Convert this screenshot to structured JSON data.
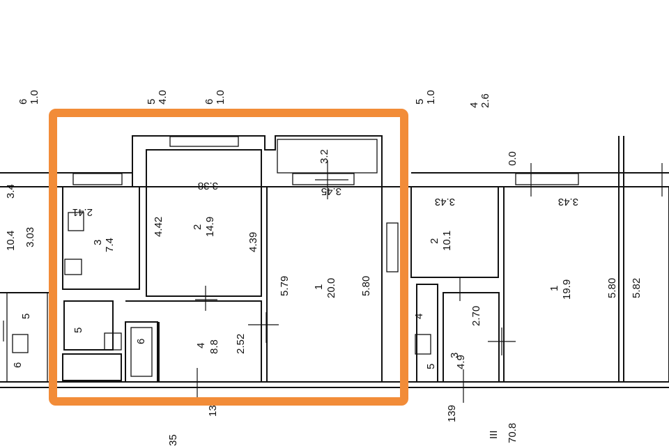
{
  "highlight_color": "#F28C38",
  "line_color": "#111111",
  "top_marks": {
    "m1": "6\n1.0",
    "m2": "5\n4.0",
    "m3": "6\n1.0",
    "m4": "5\n1.0",
    "m5": "4\n2.6"
  },
  "labels": {
    "left_h1": "3.4",
    "left_area": "10.4",
    "left_w": "3.03",
    "left_bath": "5",
    "left_wc": "6",
    "kitchen_w": "2.41",
    "kitchen_num": "3",
    "kitchen_area": "7.4",
    "r2_w": "3.38",
    "r2_h1": "4.42",
    "r2_num": "2",
    "r2_area": "14.9",
    "r2_h2": "4.39",
    "balcony": "3.2",
    "r1_w": "3.45",
    "r1_h1": "5.79",
    "r1_num": "1",
    "r1_area": "20.0",
    "r1_h2": "5.80",
    "bath_num": "5",
    "wc_num": "6",
    "hall_num": "4",
    "hall_area": "8.8",
    "hall_h": "2.52",
    "bottom_13": "13",
    "bottom_35": "35",
    "b_w": "3.43",
    "b_num": "2",
    "b_area": "10.1",
    "b_bath": "4",
    "b_h": "2.70",
    "b_wc": "5",
    "b_small_num": "3",
    "b_small_area": "4.9",
    "b_139": "139",
    "b_III": "III",
    "b_total": "70.8",
    "top_00": "0.0",
    "c_w": "3.43",
    "c_num": "1",
    "c_area": "19.9",
    "c_h1": "5.80",
    "c_h2": "5.82"
  }
}
